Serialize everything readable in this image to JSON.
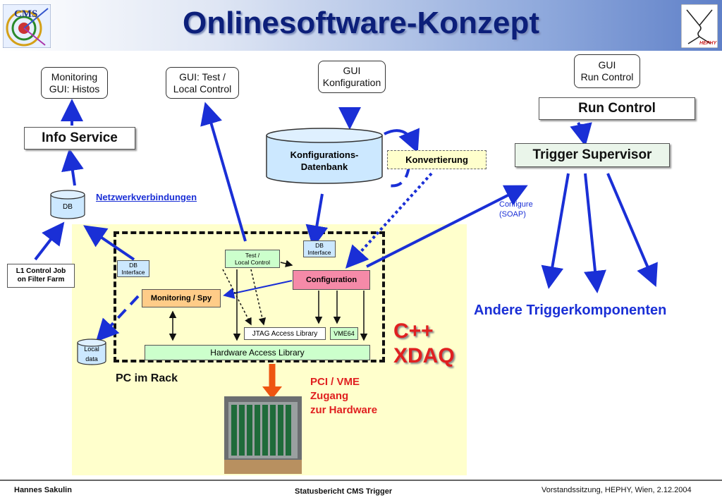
{
  "title": "Onlinesoftware-Konzept",
  "logos": {
    "left": "CMS",
    "right": "HEPHY"
  },
  "nodes": {
    "gui_monitoring": "Monitoring\nGUI: Histos",
    "gui_test": "GUI: Test /\nLocal Control",
    "gui_konfig": "GUI\nKonfiguration",
    "gui_run": "GUI\nRun Control",
    "info_service": "Info Service",
    "run_control": "Run Control",
    "trigger_supervisor": "Trigger Supervisor",
    "datenbank": "Konfigurations-\nDatenbank",
    "konvertierung": "Konvertierung",
    "db": "DB",
    "netzwerk": "Netzwerkverbindungen",
    "configure_soap": "Configure\n(SOAP)",
    "l1_job": "L1 Control Job\non Filter Farm",
    "db_interface_left": "DB\nInterface",
    "db_interface_right": "DB\nInterface",
    "test_local": "Test /\nLocal Control",
    "configuration": "Configuration",
    "monitoring_spy": "Monitoring / Spy",
    "jtag": "JTAG Access Library",
    "vme64": "VME64",
    "hal": "Hardware Access Library",
    "local_data": "Local\ndata",
    "cpp_xdaq": "C++\nXDAQ",
    "pc_rack": "PC im Rack",
    "pci_vme": "PCI / VME\nZugang\nzur Hardware",
    "andere": "Andere Triggerkomponenten"
  },
  "footer": {
    "left": "Hannes Sakulin",
    "center": "Statusbericht CMS Trigger",
    "right": "Vorstandssitzung, HEPHY, Wien, 2.12.2004"
  },
  "colors": {
    "arrow_blue": "#1a2fd6",
    "title": "#0c1f7a",
    "configuration_fill": "#f58aa8",
    "box_green": "#ccffcc",
    "box_orange": "#ffcc88",
    "db_blue": "#cce8ff",
    "hardware_arrow": "#ee5511",
    "xdaq_red": "#e02020"
  }
}
